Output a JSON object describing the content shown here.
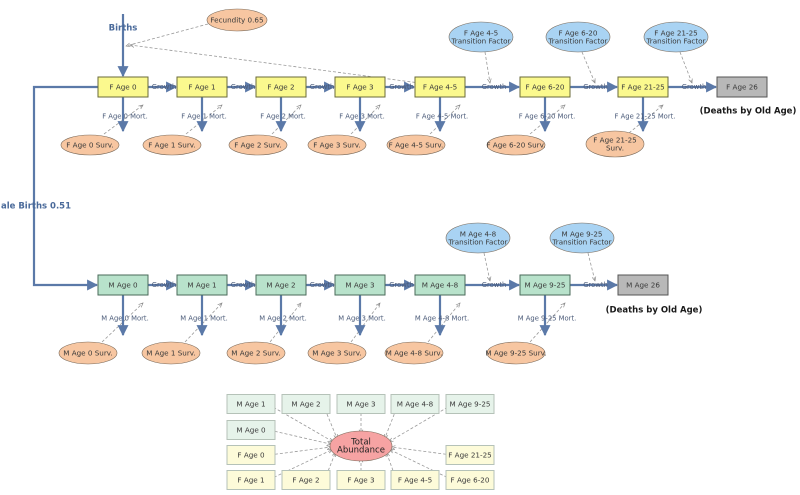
{
  "births_label": "Births",
  "fecundity": "Fecundity 0.65",
  "male_births": "ale Births 0.51",
  "deaths_old_age": "(Deaths by Old Age)",
  "growth_label": "Growth",
  "female_stocks": [
    "F Age 0",
    "F Age 1",
    "F Age 2",
    "F Age 3",
    "F Age 4-5",
    "F Age 6-20",
    "F Age 21-25"
  ],
  "female_final": "F Age 26",
  "female_mort": [
    "F Age 0 Mort.",
    "F Age 1 Mort.",
    "F Age 2 Mort.",
    "F Age 3 Mort.",
    "F Age 4-5 Mort.",
    "F Age 6-20 Mort.",
    "F Age 21-25 Mort."
  ],
  "female_surv": [
    [
      "F Age 0 Surv."
    ],
    [
      "F Age 1 Surv."
    ],
    [
      "F Age 2 Surv."
    ],
    [
      "F Age 3 Surv."
    ],
    [
      "F Age 4-5 Surv."
    ],
    [
      "F Age 6-20 Surv."
    ],
    [
      "F Age 21-25",
      "Surv."
    ]
  ],
  "female_tf": [
    [
      "F Age 4-5",
      "Transition Factor"
    ],
    [
      "F Age 6-20",
      "Transition Factor"
    ],
    [
      "F Age 21-25",
      "Transition Factor"
    ]
  ],
  "male_stocks": [
    "M Age 0",
    "M Age 1",
    "M Age 2",
    "M Age 3",
    "M Age 4-8",
    "M Age 9-25"
  ],
  "male_final": "M Age 26",
  "male_mort": [
    "M Age 0 Mort.",
    "M Age 1 Mort.",
    "M Age 2 Mort.",
    "M Age 3 Mort.",
    "M Age 4-8 Mort.",
    "M Age 9-25 Mort."
  ],
  "male_surv": [
    "M Age 0 Surv.",
    "M Age 1 Surv.",
    "M Age 2 Surv.",
    "M Age 3 Surv.",
    "M Age 4-8 Surv.",
    "M Age 9-25 Surv."
  ],
  "male_tf": [
    [
      "M Age 4-8",
      "Transition Factor"
    ],
    [
      "M Age 9-25",
      "Transition Factor"
    ]
  ],
  "total": [
    "Total",
    "Abundance"
  ],
  "ghost_male_top": [
    "M Age 1",
    "M Age 2",
    "M Age 3",
    "M Age 4-8",
    "M Age 9-25"
  ],
  "ghost_male_mid": "M Age 0",
  "ghost_female_left": "F Age 0",
  "ghost_female_right": "F Age 21-25",
  "ghost_female_bottom": [
    "F Age 1",
    "F Age 2",
    "F Age 3",
    "F Age 4-5",
    "F Age 6-20"
  ],
  "colors": {
    "flow": "#5b79a8",
    "dash": "#9a9a9a",
    "female_fill": "#fbf98e",
    "male_fill": "#b8e2cb",
    "grey_fill": "#b8b8b8",
    "surv_fill": "#f7c6a1",
    "tf_fill": "#a9d3f3",
    "total_fill": "#f6a3a3",
    "ghost_male": "#e6f3ea",
    "ghost_female": "#fdfbd9"
  }
}
